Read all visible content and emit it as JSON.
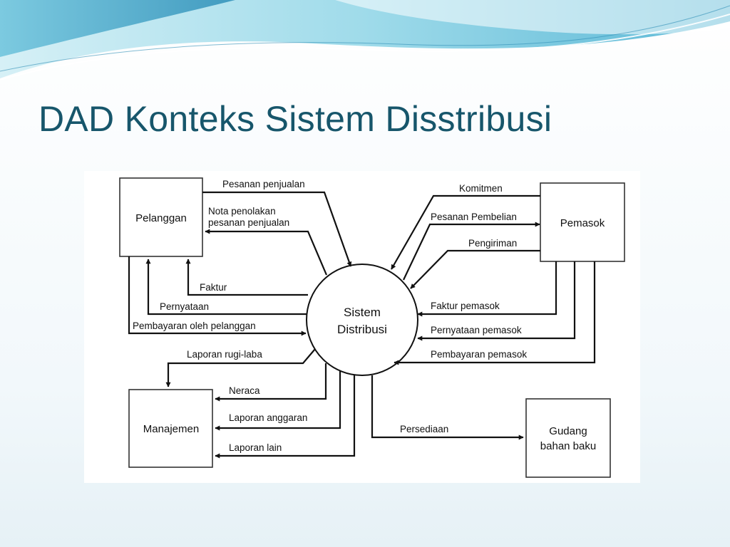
{
  "slide": {
    "title": "DAD Konteks Sistem Disstribusi"
  },
  "diagram": {
    "process": {
      "line1": "Sistem",
      "line2": "Distribusi"
    },
    "entities": {
      "pelanggan": "Pelanggan",
      "pemasok": "Pemasok",
      "manajemen": "Manajemen",
      "gudang_line1": "Gudang",
      "gudang_line2": "bahan baku"
    },
    "flows": {
      "pesanan_penjualan": "Pesanan penjualan",
      "nota_penolakan_line1": "Nota penolakan",
      "nota_penolakan_line2": "pesanan penjualan",
      "faktur": "Faktur",
      "pernyataan": "Pernyataan",
      "pembayaran_pelanggan": "Pembayaran oleh pelanggan",
      "komitmen": "Komitmen",
      "pesanan_pembelian": "Pesanan Pembelian",
      "pengiriman": "Pengiriman",
      "faktur_pemasok": "Faktur pemasok",
      "pernyataan_pemasok": "Pernyataan pemasok",
      "pembayaran_pemasok": "Pembayaran pemasok",
      "laporan_rugi_laba": "Laporan rugi-laba",
      "neraca": "Neraca",
      "laporan_anggaran": "Laporan anggaran",
      "laporan_lain": "Laporan lain",
      "persediaan": "Persediaan"
    }
  },
  "colors": {
    "title": "#17566b",
    "wave_light": "#bfe6f0",
    "wave_mid": "#7ccbe0",
    "wave_dark": "#3a9fc4"
  }
}
